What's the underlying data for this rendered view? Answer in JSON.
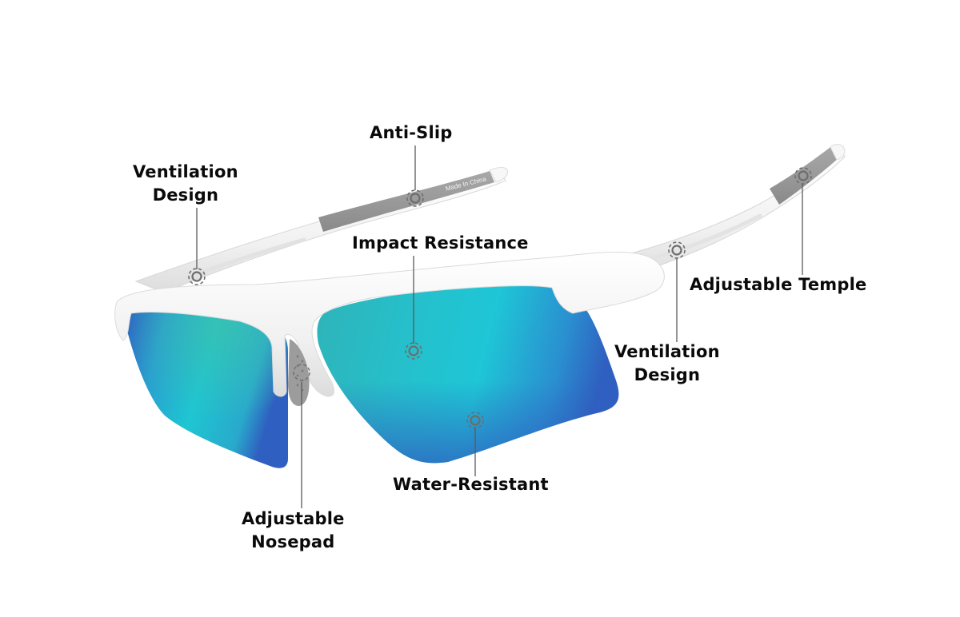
{
  "product": {
    "name": "sport-sunglasses",
    "frame_color": "#f3f3f3",
    "grip_color": "#9a9a9a",
    "lens_colors": {
      "center": "#1ec6d2",
      "mid": "#2bb9c6",
      "edge": "#2f5fc0",
      "top_tint": "#3fbfa9"
    },
    "marker_color": "#6d6d6d",
    "leader_line_color": "#5a5a5a",
    "temple_imprint": "Made In China"
  },
  "callouts": [
    {
      "id": "anti-slip",
      "lines": [
        "Anti-Slip"
      ]
    },
    {
      "id": "ventilation-design-left",
      "lines": [
        "Ventilation",
        "Design"
      ]
    },
    {
      "id": "impact-resistance",
      "lines": [
        "Impact Resistance"
      ]
    },
    {
      "id": "adjustable-temple",
      "lines": [
        "Adjustable Temple"
      ]
    },
    {
      "id": "ventilation-design-right",
      "lines": [
        "Ventilation",
        "Design"
      ]
    },
    {
      "id": "water-resistant",
      "lines": [
        "Water-Resistant"
      ]
    },
    {
      "id": "adjustable-nosepad",
      "lines": [
        "Adjustable",
        "Nosepad"
      ]
    }
  ]
}
